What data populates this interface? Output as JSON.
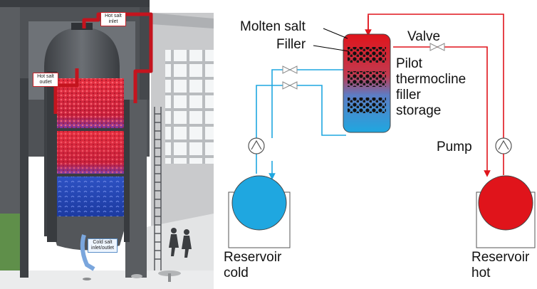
{
  "render": {
    "labels": {
      "hot_salt_inlet": "Hot salt inlet",
      "hot_salt_outlet": "Hot salt outlet",
      "cold_salt_inlet_outlet": "Cold salt inlet/outlet",
      "molten_salt": "Molten salt",
      "filler": "Filler",
      "valve": "Valve",
      "pilot_storage": [
        "Pilot",
        "thermocline",
        "filler",
        "storage"
      ],
      "pump": "Pump",
      "reservoir_cold": [
        "Reservoir",
        "cold"
      ],
      "reservoir_hot": [
        "Reservoir",
        "hot"
      ]
    },
    "colors": {
      "hot": "#e0141b",
      "cold": "#1fa7e0",
      "hot_filler": "#d42a36",
      "cold_filler": "#2244b0",
      "steel": "#5c5f63",
      "wall": "#d9dadb",
      "grass": "#5f8f4a"
    },
    "icons": [
      "valve-icon",
      "pump-icon",
      "person-icon"
    ]
  }
}
